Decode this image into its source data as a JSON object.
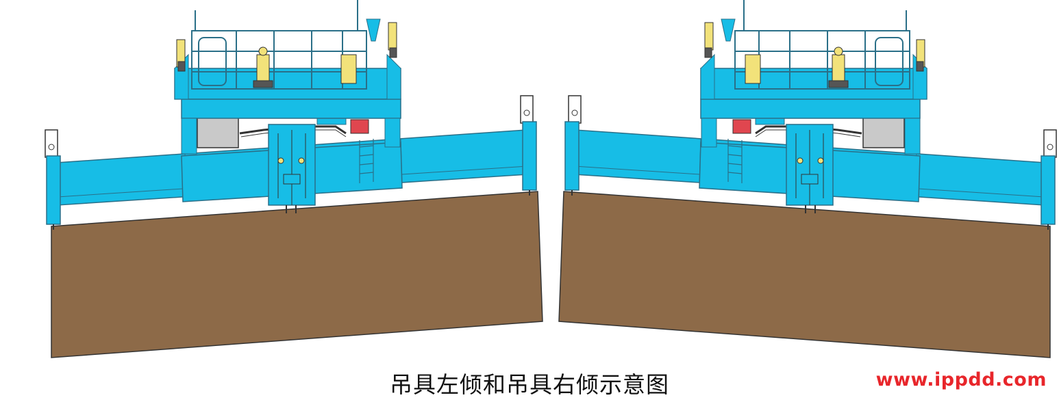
{
  "figure": {
    "caption": "吊具左倾和吊具右倾示意图",
    "watermark": "www.ippdd.com",
    "panels": [
      {
        "name": "spreader-tilted-left"
      },
      {
        "name": "spreader-tilted-right"
      }
    ]
  },
  "colors": {
    "steel_blue": "#17bde6",
    "steel_outline": "#2a6f88",
    "container_brown": "#8d6a48",
    "machine_grey": "#c9c9c9",
    "operator_yellow": "#f2e27a",
    "motor_red": "#e0464f",
    "outline": "#333333"
  }
}
